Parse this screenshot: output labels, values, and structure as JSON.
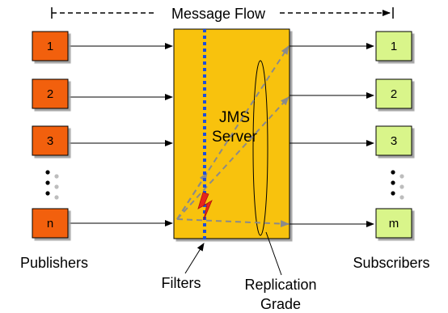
{
  "header": {
    "message_flow": "Message Flow"
  },
  "server": {
    "line1": "JMS",
    "line2": "Server"
  },
  "publishers": {
    "label": "Publishers",
    "nodes": [
      "1",
      "2",
      "3",
      "n"
    ]
  },
  "subscribers": {
    "label": "Subscribers",
    "nodes": [
      "1",
      "2",
      "3",
      "m"
    ]
  },
  "annotations": {
    "filters": "Filters",
    "replication_line1": "Replication",
    "replication_line2": "Grade"
  },
  "colors": {
    "publisher_fill": "#F2600C",
    "subscriber_fill": "#D9F58A",
    "server_fill": "#F8C20A",
    "filter_line": "#1F4FD8",
    "dashed_arrow": "#8A8A8A",
    "bolt": "#E8261C"
  }
}
